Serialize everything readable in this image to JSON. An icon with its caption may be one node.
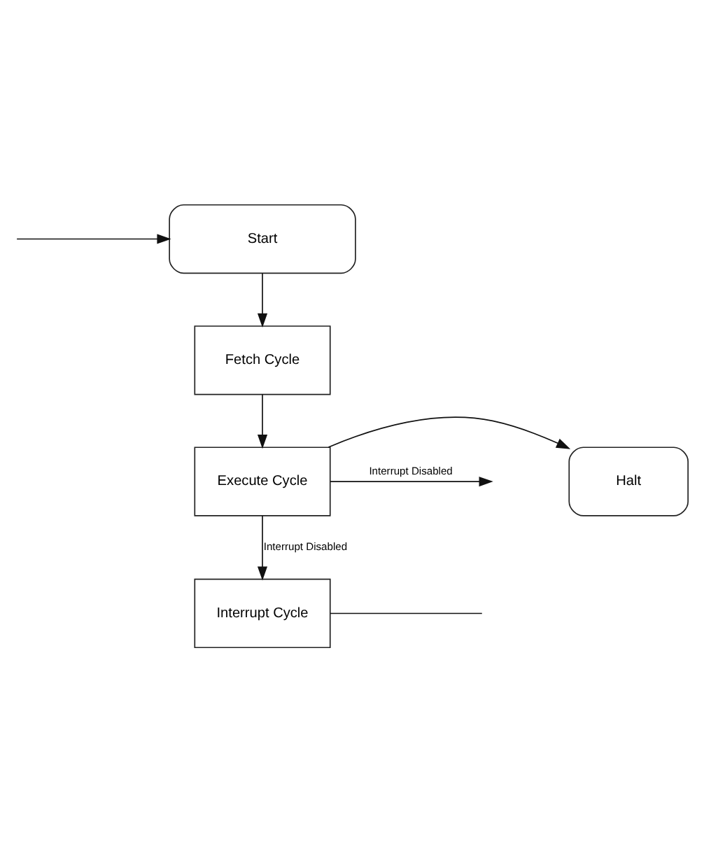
{
  "diagram": {
    "nodes": [
      {
        "text": [
          "Start"
        ]
      },
      {
        "text": [
          "Fetch Cycle"
        ]
      },
      {
        "text": [
          "Execute Cycle"
        ]
      },
      {
        "text": [
          "Halt"
        ]
      },
      {
        "text": [
          "Interrupt Cycle"
        ]
      }
    ],
    "edges": [
      {
        "from": null,
        "to": 0,
        "arrow": "to"
      },
      {
        "from": 0,
        "to": 1,
        "arrow": "to"
      },
      {
        "from": 1,
        "to": 2,
        "arrow": "to"
      },
      {
        "from": 2,
        "to": 3,
        "arrow": "to"
      },
      {
        "from": 2,
        "to": null,
        "arrow": "to",
        "label": "Interrupt Disabled"
      },
      {
        "from": 2,
        "to": 4,
        "arrow": "to",
        "label": "Interrupt Disabled"
      },
      {
        "from": 4,
        "to": null,
        "arrow": "none"
      }
    ]
  }
}
